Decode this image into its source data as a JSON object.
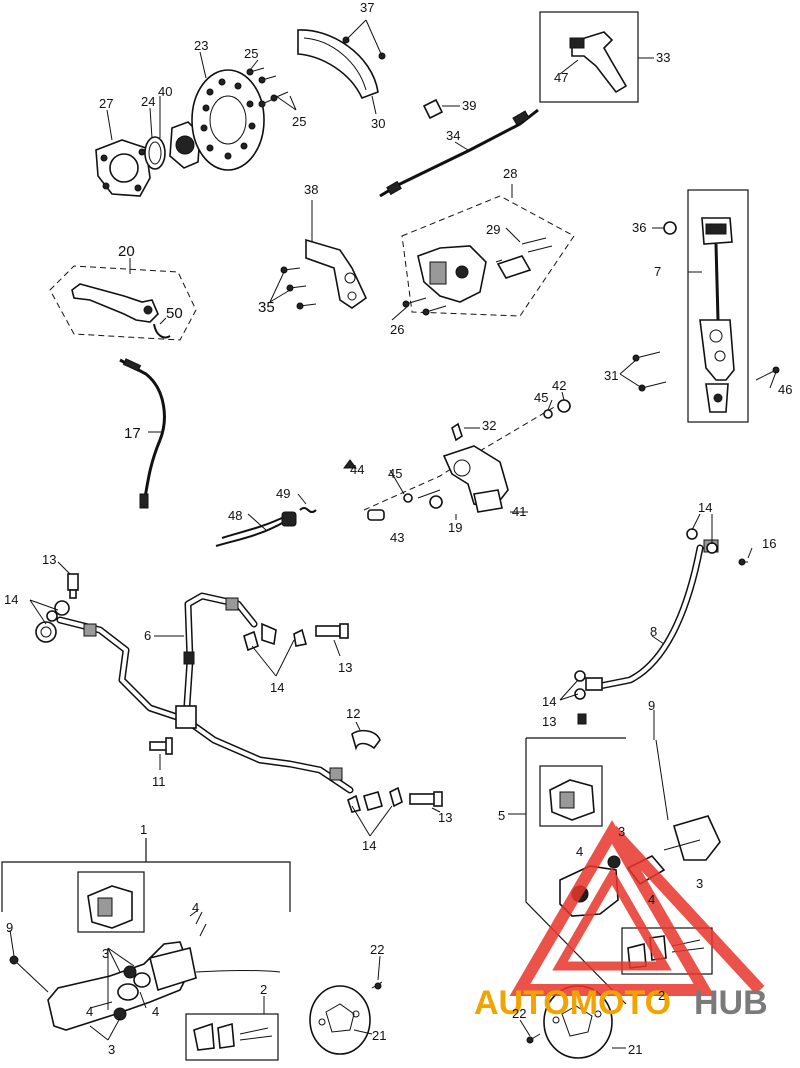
{
  "callouts": {
    "c1": "1",
    "c2a": "2",
    "c2b": "2",
    "c3a": "3",
    "c3b": "3",
    "c3c": "3",
    "c3d": "3",
    "c4a": "4",
    "c4b": "4",
    "c4c": "4",
    "c4d": "4",
    "c4e": "4",
    "c5": "5",
    "c6": "6",
    "c7": "7",
    "c8": "8",
    "c9a": "9",
    "c9b": "9",
    "c11": "11",
    "c12": "12",
    "c13a": "13",
    "c13b": "13",
    "c13c": "13",
    "c13d": "13",
    "c14a": "14",
    "c14b": "14",
    "c14c": "14",
    "c14d": "14",
    "c14e": "14",
    "c16": "16",
    "c17": "17",
    "c19": "19",
    "c20": "20",
    "c21a": "21",
    "c21b": "21",
    "c22a": "22",
    "c22b": "22",
    "c23": "23",
    "c24": "24",
    "c25a": "25",
    "c25b": "25",
    "c26": "26",
    "c27": "27",
    "c28": "28",
    "c29": "29",
    "c30": "30",
    "c31": "31",
    "c32": "32",
    "c33": "33",
    "c34": "34",
    "c35": "35",
    "c36": "36",
    "c37": "37",
    "c38": "38",
    "c39": "39",
    "c40": "40",
    "c41": "41",
    "c42": "42",
    "c43": "43",
    "c44": "44",
    "c45a": "45",
    "c45b": "45",
    "c46": "46",
    "c47": "47",
    "c48": "48",
    "c49": "49",
    "c50": "50"
  },
  "watermark": {
    "part1": "AUTOMOTO",
    "part2": "HUB",
    "color_main": "#f2a300",
    "color_secondary": "#7a7a7a",
    "triangle_color": "#e8362b"
  }
}
